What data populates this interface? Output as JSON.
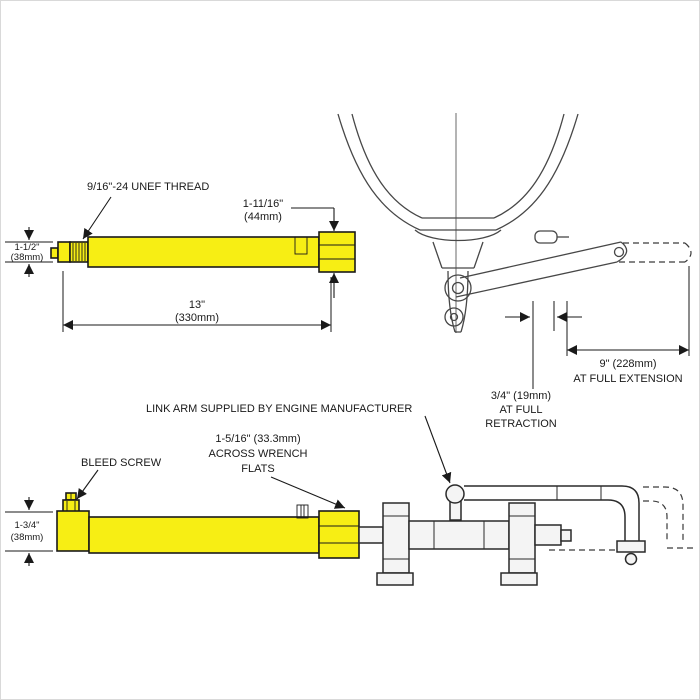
{
  "colors": {
    "cylinder_yellow": "#f7ee14",
    "line": "#1a1a1a",
    "ghost_gray": "#474747",
    "background": "#ffffff"
  },
  "top_view": {
    "thread_label": "9/16\"-24 UNEF THREAD",
    "nut_height": {
      "line1": "1-11/16\"",
      "line2": "(44mm)"
    },
    "body_height": {
      "line1": "1-1/2\"",
      "line2": "(38mm)"
    },
    "overall_length": {
      "line1": "13\"",
      "line2": "(330mm)"
    },
    "extension": {
      "line1": "9\" (228mm)",
      "line2": "AT FULL EXTENSION"
    },
    "retraction": {
      "line1": "3/4\" (19mm)",
      "line2": "AT FULL",
      "line3": "RETRACTION"
    }
  },
  "bottom_view": {
    "link_arm_label": "LINK ARM SUPPLIED BY ENGINE MANUFACTURER",
    "wrench_flats": {
      "line1": "1-5/16\" (33.3mm)",
      "line2": "ACROSS WRENCH",
      "line3": "FLATS"
    },
    "bleed_screw_label": "BLEED SCREW",
    "body_height": {
      "line1": "1-3/4\"",
      "line2": "(38mm)"
    }
  }
}
